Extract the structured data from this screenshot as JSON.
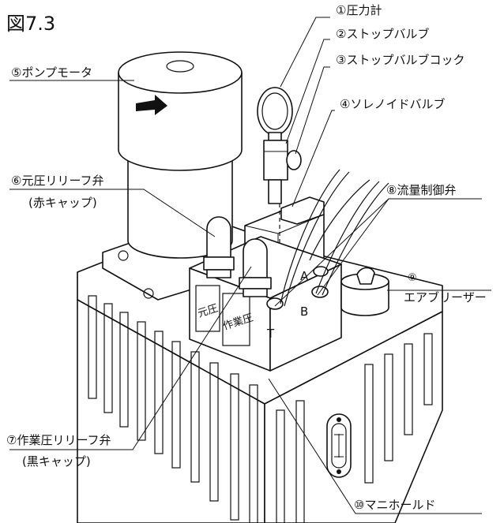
{
  "figure": {
    "title": "図7.3"
  },
  "labels": {
    "pressure_gauge": "①圧力計",
    "stop_valve": "②ストップバルブ",
    "stop_valve_cock": "③ストップバルブコック",
    "solenoid_valve": "④ソレノイドバルブ",
    "pump_motor": "⑤ポンプモータ",
    "main_relief_valve": "⑥元圧リリーフ弁",
    "main_relief_cap": "(赤キャップ)",
    "work_relief_valve": "⑦作業圧リリーフ弁",
    "work_relief_cap": "(黒キャップ)",
    "flow_control_valve": "⑧流量制御弁",
    "air_breather_num": "⑨",
    "air_breather": "エアブリーザー",
    "manifold": "⑩マニホールド"
  },
  "manifold_panel": {
    "left": "元圧",
    "right": "作業圧"
  },
  "ports": {
    "t": "T",
    "a": "A",
    "b": "B"
  }
}
